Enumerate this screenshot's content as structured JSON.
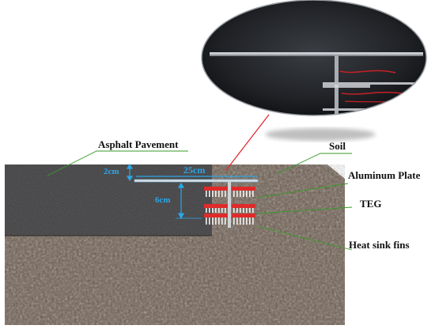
{
  "labels": {
    "asphalt": "Asphalt Pavement",
    "soil": "Soil",
    "aluminum": "Aluminum Plate",
    "teg": "TEG",
    "fins": "Heat sink fins"
  },
  "dimensions": {
    "depth": "2cm",
    "width": "25cm",
    "height": "6cm"
  },
  "colors": {
    "dimension": "#2aa7e8",
    "leader_label": "#3a9a2a",
    "zoom_line": "#e0202a",
    "teg": "#e02a2a"
  }
}
